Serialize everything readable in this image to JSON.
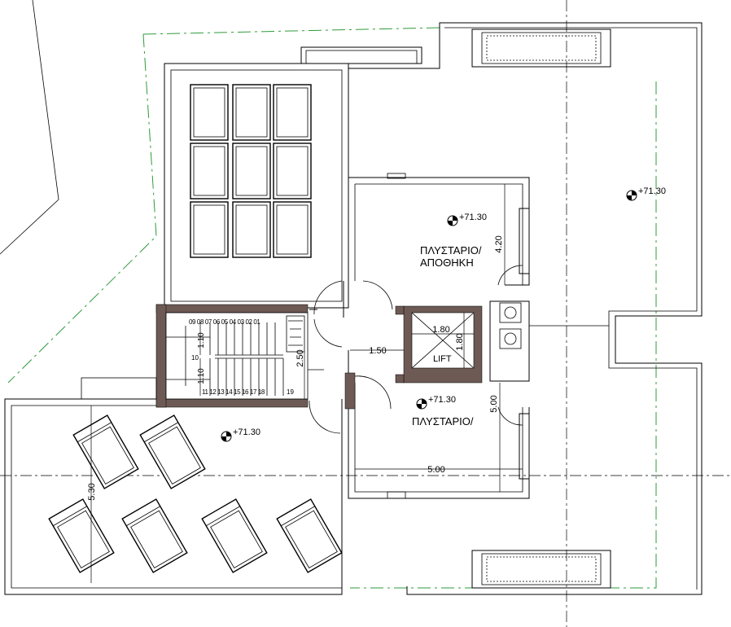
{
  "rooms": {
    "laundry_storage_line1": "ΠΛΥΣΤΑΡΙΟ/",
    "laundry_storage_line2": "ΑΠΟΘΗΚΗ",
    "laundry": "ΠΛΥΣΤΑΡΙΟ/",
    "lift": "LIFT"
  },
  "levels": {
    "east_roof": "+71.30",
    "storage": "+71.30",
    "laundry": "+71.30",
    "west_terrace": "+71.30"
  },
  "dimensions": {
    "storage_height": "4.20",
    "lift_width": "1.80",
    "lift_depth": "1.80",
    "corridor_width": "1.50",
    "laundry_height": "5.00",
    "laundry_width": "5.00",
    "terrace_height": "5.30",
    "stair_flight_upper": "1.10",
    "stair_flight_lower": "1.10",
    "stair_length": "2.50"
  },
  "stairs": {
    "upper_steps": "09 08 07 06 05 04 03 02 01",
    "landing_step": "10",
    "lower_steps": "11 12 13 14 15 16 17 18",
    "last_step": "19"
  },
  "colors": {
    "wall": "#000000",
    "boundary": "#2e9b3a",
    "lift_core": "#6e5a55"
  }
}
